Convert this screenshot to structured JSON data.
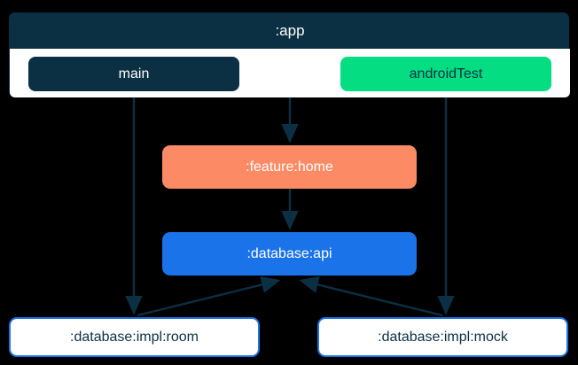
{
  "diagram": {
    "type": "module-dependency-graph",
    "background": "#000000",
    "nodes": {
      "app": {
        "label": ":app",
        "color": "#0b3044",
        "text_color": "#ffffff",
        "source_sets": [
          {
            "id": "main",
            "label": "main",
            "color": "#0b3044",
            "text_color": "#ffffff"
          },
          {
            "id": "androidTest",
            "label": "androidTest",
            "color": "#05dd82",
            "text_color": "#0b3044"
          }
        ]
      },
      "feature_home": {
        "label": ":feature:home",
        "color": "#fc8a64",
        "text_color": "#ffffff"
      },
      "database_api": {
        "label": ":database:api",
        "color": "#1a73e8",
        "text_color": "#ffffff"
      },
      "database_impl_room": {
        "label": ":database:impl:room",
        "color": "#ffffff",
        "border_color": "#1a73e8",
        "text_color": "#0b3044"
      },
      "database_impl_mock": {
        "label": ":database:impl:mock",
        "color": "#ffffff",
        "border_color": "#1a73e8",
        "text_color": "#0b3044"
      }
    },
    "edge_color": "#0b3044",
    "edges": [
      {
        "from": "main",
        "to": "database_impl_room"
      },
      {
        "from": "app",
        "to": "feature_home"
      },
      {
        "from": "androidTest",
        "to": "database_impl_mock"
      },
      {
        "from": "feature_home",
        "to": "database_api"
      },
      {
        "from": "database_impl_room",
        "to": "database_api"
      },
      {
        "from": "database_impl_mock",
        "to": "database_api"
      }
    ]
  }
}
